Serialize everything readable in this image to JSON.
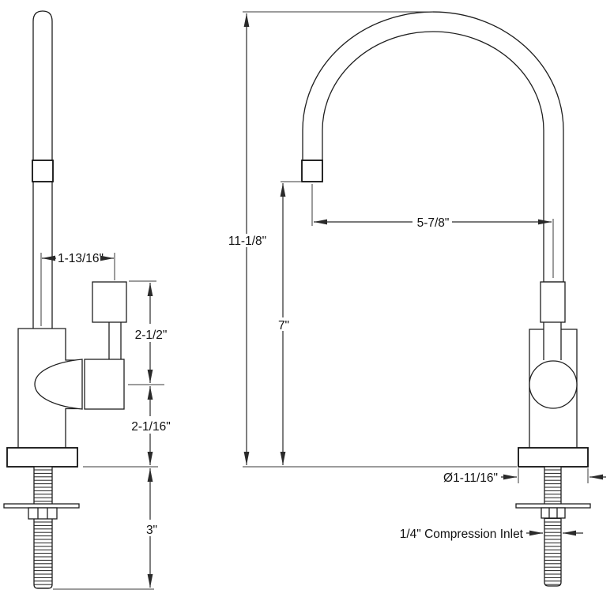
{
  "drawing": {
    "background_color": "#ffffff",
    "line_color": "#1f1f1f",
    "views": {
      "side_view_name": "faucet-side-elevation",
      "front_view_name": "faucet-front-elevation"
    }
  },
  "dimensions": {
    "handle_spacing": "1-13/16\"",
    "outlet_drop": "2-1/2\"",
    "body_height": "2-1/16\"",
    "shank_length": "3\"",
    "overall_height": "11-1/8\"",
    "spout_clearance": "7\"",
    "spout_reach": "5-7/8\"",
    "base_diameter": "Ø1-11/16\"",
    "inlet_note": "1/4\" Compression Inlet"
  }
}
